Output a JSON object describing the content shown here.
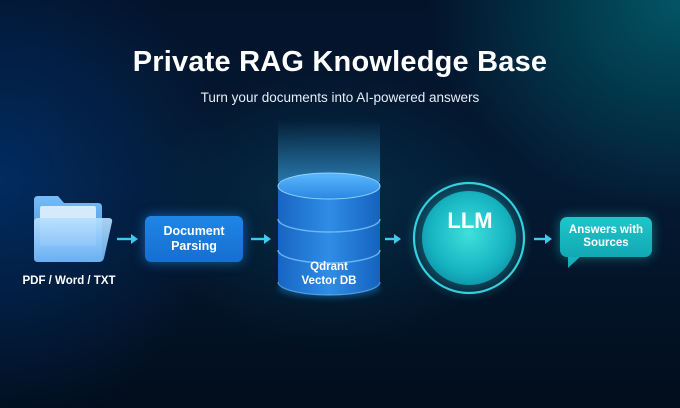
{
  "header": {
    "title": "Private RAG Knowledge Base",
    "subtitle": "Turn your documents into AI-powered answers"
  },
  "flow": {
    "source": {
      "label": "PDF / Word / TXT",
      "icon": "folder-icon"
    },
    "parsing": {
      "line1": "Document",
      "line2": "Parsing"
    },
    "vector_db": {
      "line1": "Qdrant",
      "line2": "Vector DB",
      "icon": "database-icon"
    },
    "llm": {
      "label": "LLM"
    },
    "answers": {
      "line1": "Answers with",
      "line2": "Sources",
      "icon": "speech-bubble-icon"
    }
  },
  "colors": {
    "accent_blue": "#1f86e6",
    "accent_cyan": "#22c8c8",
    "arrow": "#3ec9ee",
    "background": "#041a33"
  }
}
